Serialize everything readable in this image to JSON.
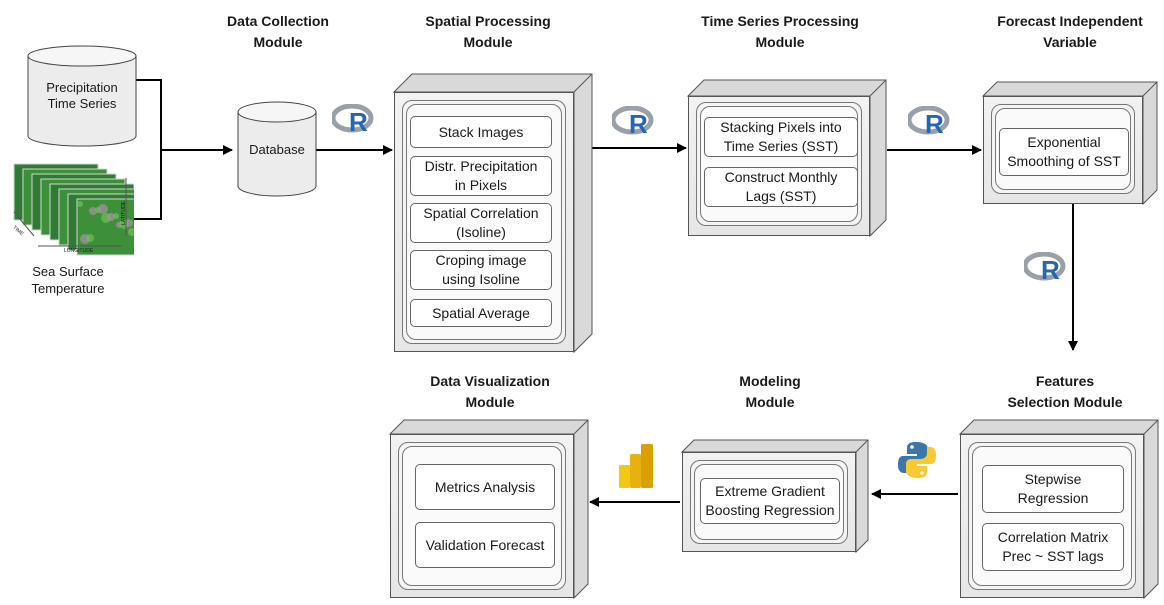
{
  "sources": {
    "precipitation": "Precipitation\nTime Series",
    "sst_caption": "Sea Surface\nTemperature",
    "axis_time": "TIME",
    "axis_longitude": "LONGITUDE",
    "axis_latitude": "LATITUDE"
  },
  "data_collection": {
    "title": "Data Collection\nModule",
    "database": "Database"
  },
  "spatial": {
    "title": "Spatial Processing\nModule",
    "items": [
      "Stack Images",
      "Distr. Precipitation\nin Pixels",
      "Spatial Correlation\n(Isoline)",
      "Croping image\nusing Isoline",
      "Spatial Average"
    ]
  },
  "timeseries": {
    "title": "Time Series Processing\nModule",
    "items": [
      "Stacking Pixels into\nTime Series (SST)",
      "Construct Monthly\nLags (SST)"
    ]
  },
  "forecast": {
    "title": "Forecast Independent\nVariable",
    "items": [
      "Exponential\nSmoothing of SST"
    ]
  },
  "features": {
    "title": "Features\nSelection Module",
    "items": [
      "Stepwise\nRegression",
      "Correlation Matrix\nPrec ~ SST lags"
    ]
  },
  "modeling": {
    "title": "Modeling\nModule",
    "items": [
      "Extreme Gradient\nBoosting Regression"
    ]
  },
  "visualization": {
    "title": "Data Visualization\nModule",
    "items": [
      "Metrics Analysis",
      "Validation Forecast"
    ]
  },
  "icons": {
    "r_logo": "R",
    "python_logo": "python-icon",
    "powerbi_logo": "powerbi-icon"
  },
  "colors": {
    "r_blue": "#2266b8",
    "r_grey": "#9aa0a8",
    "python_blue": "#3b77a8",
    "python_yellow": "#f7c932",
    "powerbi_yellow": "#f2c811"
  }
}
